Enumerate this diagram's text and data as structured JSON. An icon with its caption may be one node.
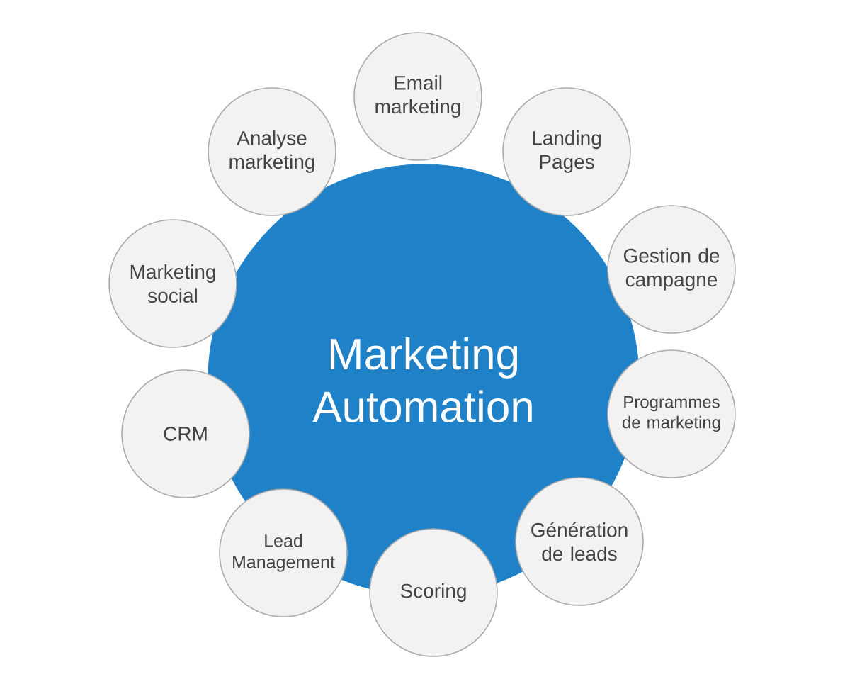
{
  "diagram": {
    "nodes": [
      {
        "text": [
          "Marketing Automation"
        ]
      },
      {
        "text": [
          "Email marketing"
        ]
      },
      {
        "text": [
          "Landing Pages"
        ]
      },
      {
        "text": [
          "Gestion de campagne"
        ]
      },
      {
        "text": [
          "Programmes de marketing"
        ]
      },
      {
        "text": [
          "Génération de leads"
        ]
      },
      {
        "text": [
          "Scoring"
        ]
      },
      {
        "text": [
          "Lead Management"
        ]
      },
      {
        "text": [
          "CRM"
        ]
      },
      {
        "text": [
          "Marketing social"
        ]
      },
      {
        "text": [
          "Analyse marketing"
        ]
      }
    ]
  }
}
